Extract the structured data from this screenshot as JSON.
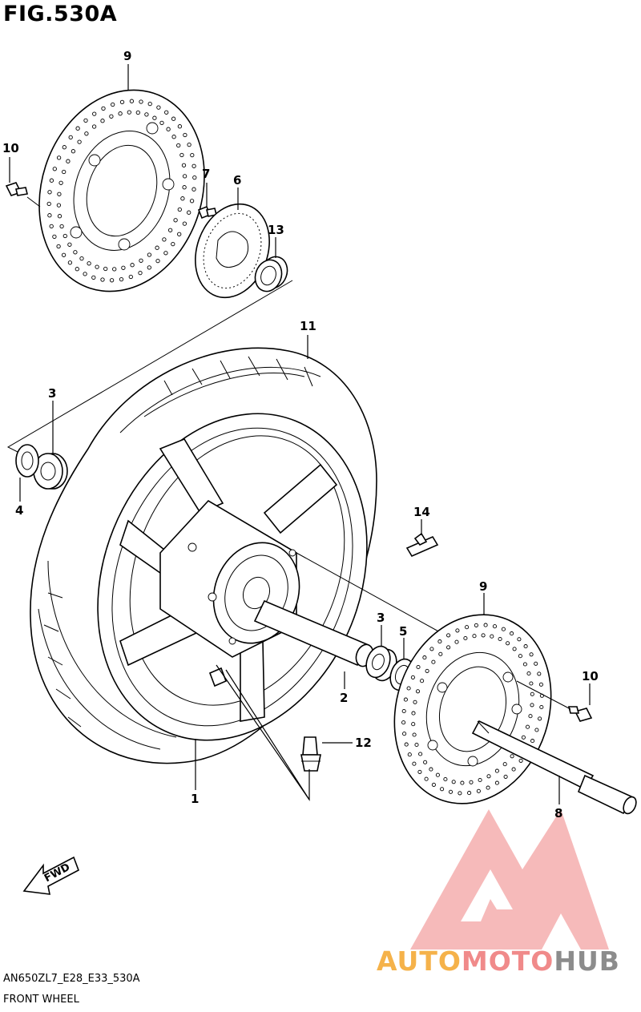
{
  "figure": {
    "title": "FIG.530A",
    "code": "AN650ZL7_E28_E33_530A",
    "name": "FRONT WHEEL"
  },
  "callouts": [
    {
      "id": "c9a",
      "label": "9"
    },
    {
      "id": "c10a",
      "label": "10"
    },
    {
      "id": "c7",
      "label": "7"
    },
    {
      "id": "c6",
      "label": "6"
    },
    {
      "id": "c13",
      "label": "13"
    },
    {
      "id": "c11",
      "label": "11"
    },
    {
      "id": "c3a",
      "label": "3"
    },
    {
      "id": "c4",
      "label": "4"
    },
    {
      "id": "c14",
      "label": "14"
    },
    {
      "id": "c9b",
      "label": "9"
    },
    {
      "id": "c3b",
      "label": "3"
    },
    {
      "id": "c5",
      "label": "5"
    },
    {
      "id": "c2",
      "label": "2"
    },
    {
      "id": "c10b",
      "label": "10"
    },
    {
      "id": "c12",
      "label": "12"
    },
    {
      "id": "c1",
      "label": "1"
    },
    {
      "id": "c8",
      "label": "8"
    }
  ],
  "direction_marker": {
    "label": "FWD",
    "icon": "fwd-arrow-icon"
  },
  "watermark": {
    "part1": "AUTO",
    "part2": "MOTO",
    "part3": "HUB",
    "colors": {
      "auto": "#f5b24a",
      "moto": "#f08a8a",
      "hub": "#8c8c8c",
      "logo": "#f4a3a3"
    }
  }
}
